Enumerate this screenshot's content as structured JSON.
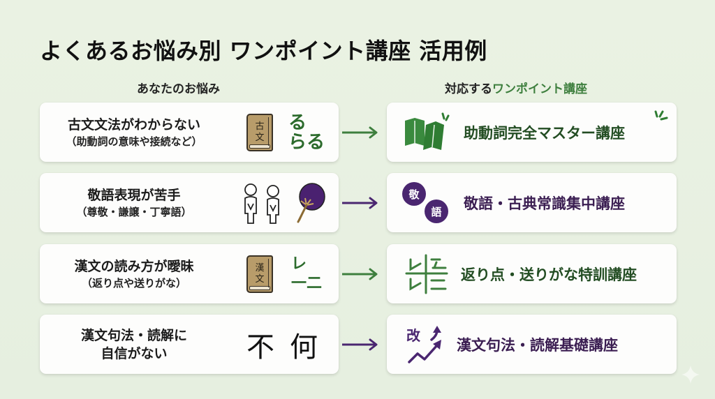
{
  "title": "よくあるお悩み別 ワンポイント講座 活用例",
  "columns": {
    "left_header": "あなたのお悩み",
    "right_header_prefix": "対応する",
    "right_header_accent": "ワンポイント講座"
  },
  "colors": {
    "green": "#3e7f3e",
    "dark_green_text": "#234d23",
    "purple": "#4a2670",
    "purple_text": "#3b1e52",
    "background": "#eaf2e3"
  },
  "rows": [
    {
      "problem_main": "古文文法がわからない",
      "problem_sub": "（助動詞の意味や接続など）",
      "icon": "classic-book-icon",
      "book_label_1": "古",
      "book_label_2": "文",
      "kana_line_1": "る",
      "kana_line_2": "らる",
      "arrow_color": "green",
      "course": "助動詞完全マスター講座",
      "course_icon": "open-books-icon"
    },
    {
      "problem_main": "敬語表現が苦手",
      "problem_sub": "（尊敬・謙譲・丁寧語）",
      "icon": "bowing-people-icon",
      "extra_icon": "uchiwa-fan-icon",
      "arrow_color": "purple",
      "course": "敬語・古典常識集中講座",
      "course_icon": "speech-bubbles-icon",
      "bubble_1": "敬",
      "bubble_2": "語"
    },
    {
      "problem_main": "漢文の読み方が曖昧",
      "problem_sub": "（返り点や送りがな）",
      "icon": "classic-book-icon",
      "book_label_1": "漢",
      "book_label_2": "文",
      "kaeriten_1": "レ",
      "kaeriten_2": "一二",
      "arrow_color": "green",
      "course": "返り点・送りがな特訓講座",
      "course_icon": "kaeriten-grid-icon"
    },
    {
      "problem_main": "漢文句法・読解に",
      "problem_sub": "自信がない",
      "glyph_1": "不",
      "glyph_2": "何",
      "arrow_color": "purple",
      "course": "漢文句法・読解基礎講座",
      "course_icon": "improvement-arrow-icon",
      "course_icon_label": "改"
    }
  ]
}
